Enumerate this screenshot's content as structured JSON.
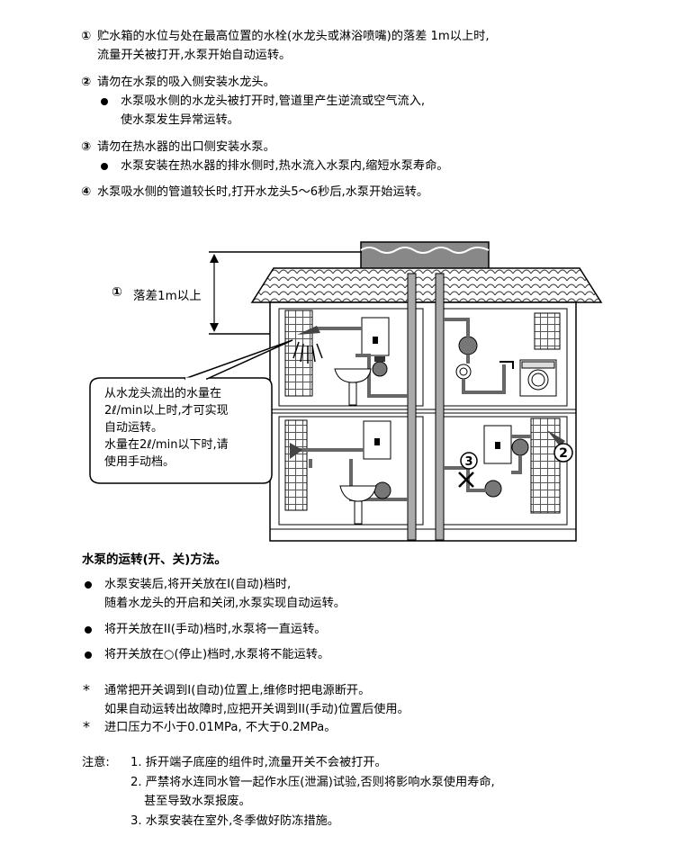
{
  "notes": [
    {
      "num": "①",
      "lines": [
        "贮水箱的水位与处在最高位置的水栓(水龙头或淋浴喷嘴)的落差 1m以上时,",
        "流量开关被打开,水泵开始自动运转。"
      ]
    },
    {
      "num": "②",
      "lines": [
        "请勿在水泵的吸入侧安装水龙头。"
      ],
      "bullet": [
        "水泵吸水侧的水龙头被打开时,管道里产生逆流或空气流入,",
        "使水泵发生异常运转。"
      ]
    },
    {
      "num": "③",
      "lines": [
        "请勿在热水器的出口侧安装水泵。"
      ],
      "bullet": [
        "水泵安装在热水器的排水侧时,热水流入水泵内,缩短水泵寿命。"
      ]
    },
    {
      "num": "④",
      "lines": [
        "水泵吸水侧的管道较长时,打开水龙头5～6秒后,水泵开始运转。"
      ]
    }
  ],
  "diagram": {
    "height_label_num": "①",
    "height_label": "落差1m以上",
    "callout": [
      "从水龙头流出的水量在",
      "2ℓ/min以上时,才可实现",
      "自动运转。",
      "水量在2ℓ/min以下时,请",
      "使用手动档。"
    ],
    "marker_3": "3",
    "marker_2": "2"
  },
  "operation": {
    "title": "水泵的运转(开、关)方法。",
    "items": [
      [
        "水泵安装后,将开关放在I(自动)档时,",
        "随着水龙头的开启和关闭,水泵实现自动运转。"
      ],
      [
        "将开关放在II(手动)档时,水泵将一直运转。"
      ],
      [
        "将开关放在○(停止)档时,水泵将不能运转。"
      ]
    ]
  },
  "asterisk": [
    {
      "sym": "*",
      "lines": [
        "通常把开关调到I(自动)位置上,维修时把电源断开。",
        "如果自动运转出故障时,应把开关调到II(手动)位置后使用。"
      ]
    },
    {
      "sym": "*",
      "lines": [
        "进口压力不小于0.01MPa, 不大于0.2MPa。"
      ]
    }
  ],
  "caution": {
    "label": "注意:",
    "items": [
      [
        "1. 拆开端子底座的组件时,流量开关不会被打开。"
      ],
      [
        "2. 严禁将水连同水管一起作水压(泄漏)试验,否则将影响水泵使用寿命,",
        "甚至导致水泵报废。"
      ],
      [
        "3. 水泵安装在室外,冬季做好防冻措施。"
      ]
    ]
  }
}
